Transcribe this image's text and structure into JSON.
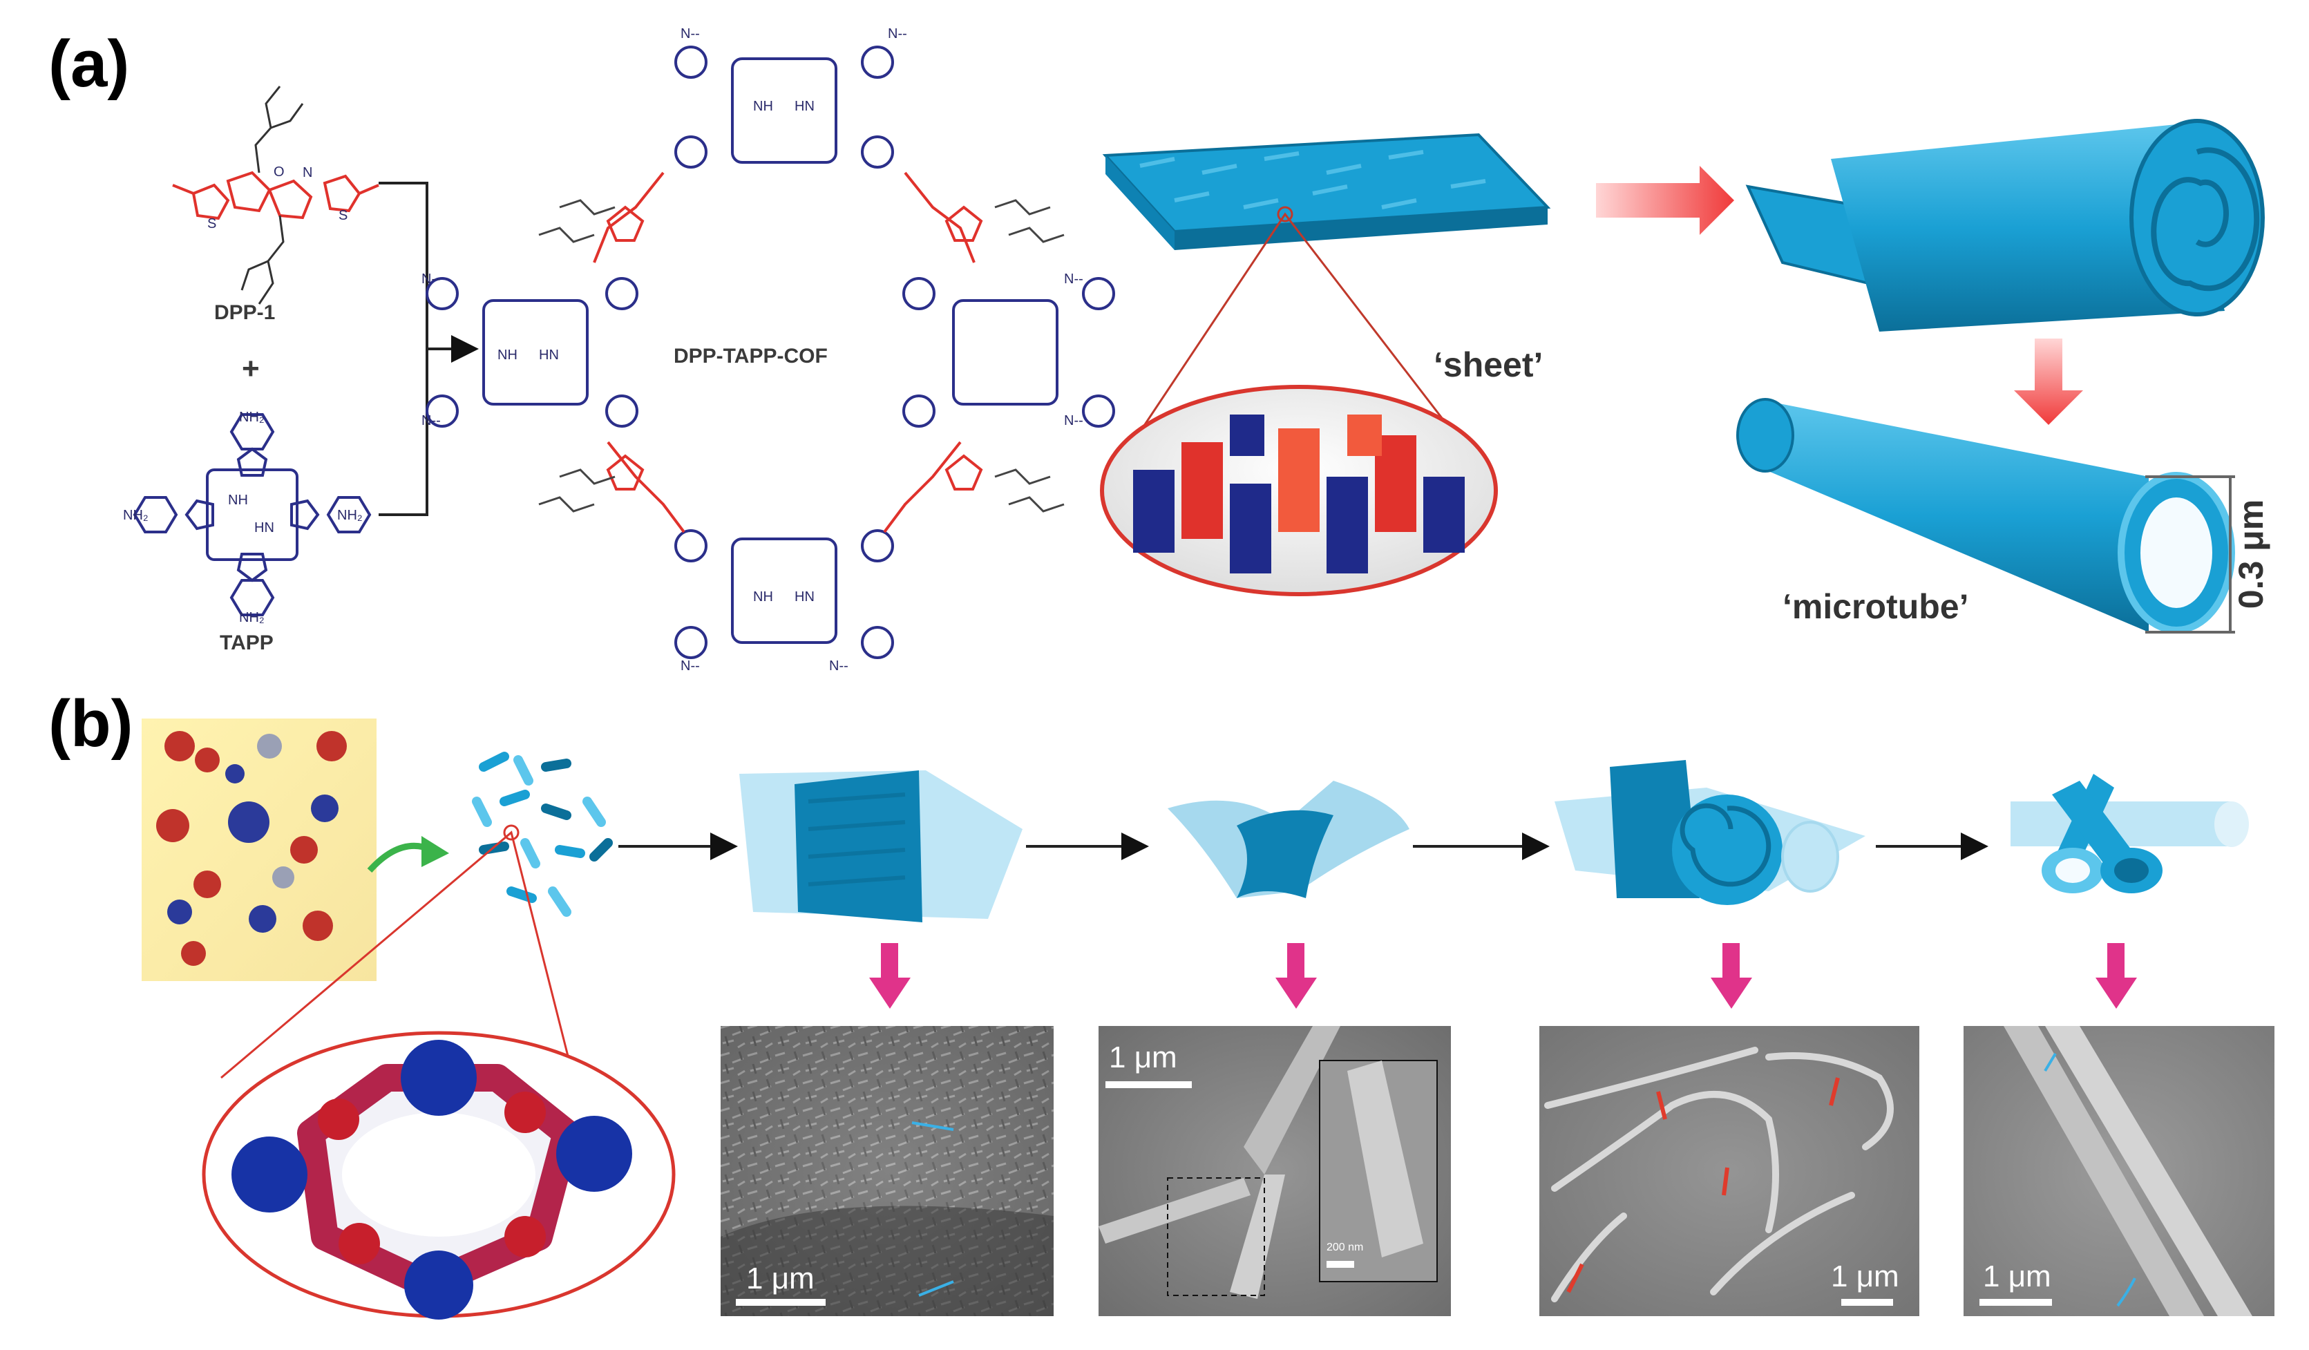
{
  "panels": {
    "a": {
      "label": "(a)",
      "monomer_1": "DPP-1",
      "plus": "+",
      "monomer_2": "TAPP",
      "product": "DPP-TAPP-COF",
      "sheet_label": "‘sheet’",
      "tube_label": "‘microtube’",
      "tube_dimension": "0.3 μm",
      "chem_labels": {
        "nh2": "NH₂",
        "nh": "NH",
        "hn": "HN",
        "n": "N",
        "n_dash": "N--",
        "s": "S",
        "o": "O"
      }
    },
    "b": {
      "label": "(b)",
      "sem_images": [
        {
          "scale_label": "1 μm"
        },
        {
          "scale_label": "1 μm",
          "inset_scale_label": "200 nm"
        },
        {
          "scale_label": "1 μm"
        },
        {
          "scale_label": "1 μm"
        }
      ]
    }
  },
  "colors": {
    "tube_blue": "#1aa0d4",
    "tube_dark": "#0b6f99",
    "dpp_red": "#e0322c",
    "tapp_blue": "#2b2f8a",
    "arrow_red": "#f03a3a",
    "arrow_pink": "#e0338a",
    "arrow_green": "#3bb34a",
    "sem_gray": "#7a7a7a"
  }
}
